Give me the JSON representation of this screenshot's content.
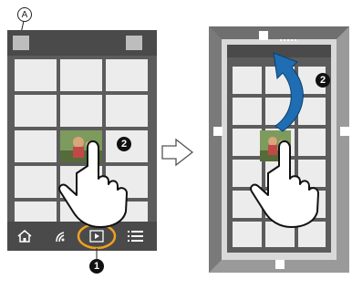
{
  "callouts": {
    "a": "A",
    "one": "1",
    "two": "2"
  },
  "icons": [
    "home-icon",
    "connection-icon",
    "playback-icon",
    "menu-icon",
    "arrow-right-icon",
    "curved-arrow-icon",
    "hand-icon"
  ],
  "colors": {
    "phone": "#5c5c5c",
    "cell": "#ececec",
    "highlight_ring": "#f0a020",
    "arrow": "#1f6db2"
  }
}
